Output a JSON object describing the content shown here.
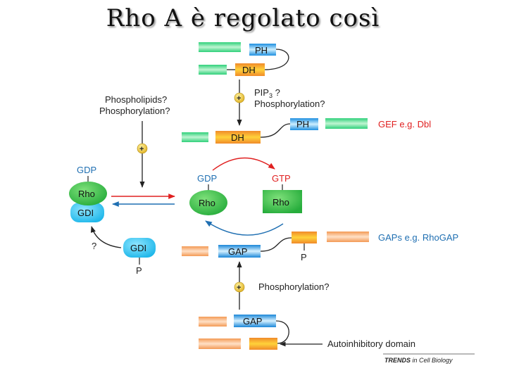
{
  "title": "Rho A è regolato così",
  "colors": {
    "green": "#2fd07a",
    "green_light": "#bff5d2",
    "orange": "#f39a55",
    "orange_light": "#ffd2b0",
    "cyan": "#36c9f0",
    "blue_domain": "#1a8fe0",
    "rho_green": "#35c24a",
    "red_text": "#e02020",
    "blue_text": "#1f6fb2",
    "plus_yellow": "#f2c82a"
  },
  "labels": {
    "ph_top": "PH",
    "dh_top": "DH",
    "pip3": "PIP",
    "pip3_sub": "3",
    "pip3_q": " ?",
    "phosphorylation_q": "Phosphorylation?",
    "phospholipids_q": "Phospholipids?",
    "phosphorylation_q_left": "Phosphorylation?",
    "dh_mid": "DH",
    "ph_mid": "PH",
    "gef_label": "GEF e.g. Dbl",
    "gdp_left": "GDP",
    "rho_left": "Rho",
    "gdi_left": "GDI",
    "gdp_center": "GDP",
    "gtp_center": "GTP",
    "rho_center_gdp": "Rho",
    "rho_center_gtp": "Rho",
    "question_mark": "?",
    "gdi_free": "GDI",
    "p_gdi": "P",
    "gap_mid": "GAP",
    "p_gap": "P",
    "gaps_label": "GAPs e.g. RhoGAP",
    "phosphorylation_q_bottom": "Phosphorylation?",
    "gap_bottom": "GAP",
    "autoinhibitory": "Autoinhibitory domain",
    "credit_italic": "TRENDS",
    "credit_rest": " in Cell Biology",
    "plus": "+"
  }
}
